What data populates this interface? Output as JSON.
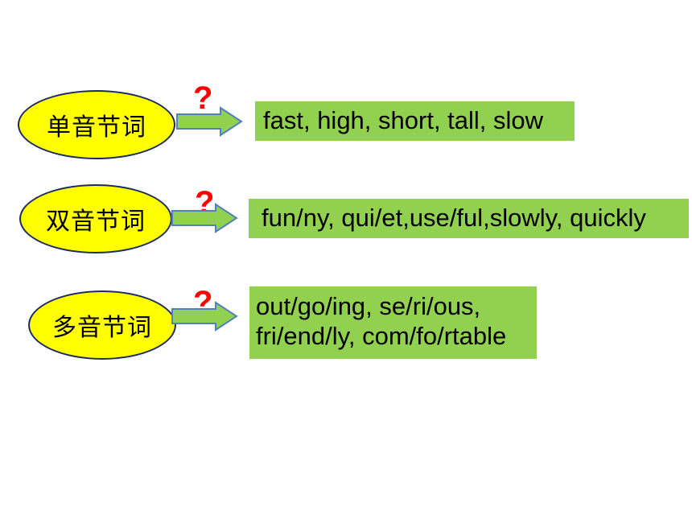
{
  "colors": {
    "ellipse_fill": "#ffff00",
    "ellipse_border": "#1a2a5e",
    "arrow_fill": "#92d050",
    "arrow_stroke": "#4f81bd",
    "question_mark": "#ff0000",
    "word_box": "#92d050"
  },
  "rows": [
    {
      "category": "单音节词",
      "question": "?",
      "words": [
        "fast, high, short, tall, slow"
      ]
    },
    {
      "category": "双音节词",
      "question": "?",
      "words": [
        "fun/ny, qui/et,use/ful,slowly, quickly"
      ]
    },
    {
      "category": "多音节词",
      "question": "?",
      "words": [
        "out/go/ing, se/ri/ous,",
        "fri/end/ly, com/fo/rtable"
      ]
    }
  ]
}
